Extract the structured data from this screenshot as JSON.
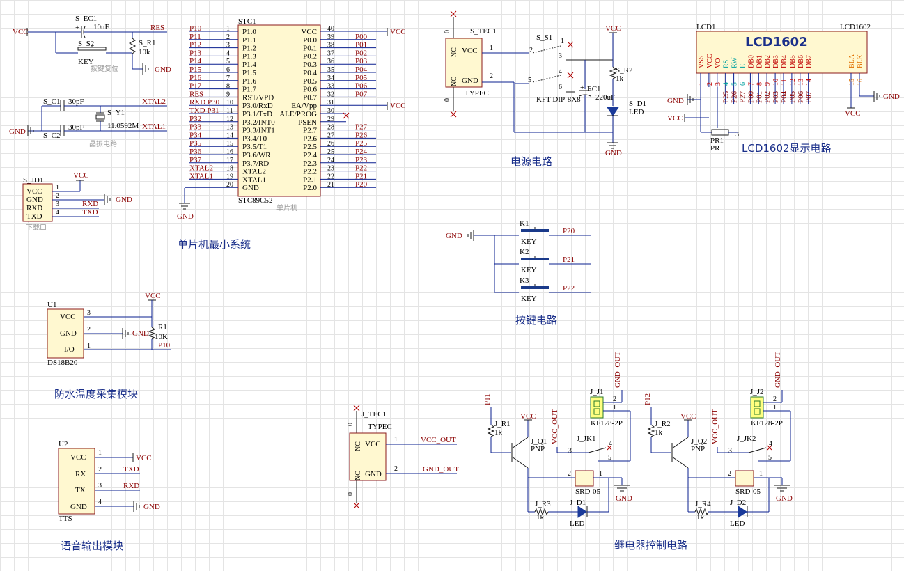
{
  "sections": {
    "mcu": "单片机最小系统",
    "power": "电源电路",
    "lcd": "LCD1602显示电路",
    "keys": "按键电路",
    "temp": "防水温度采集模块",
    "voice": "语音输出模块",
    "relay": "继电器控制电路"
  },
  "captions": {
    "reset": "按键复位",
    "crystal": "晶振电路",
    "download": "下载口",
    "mcu": "单片机"
  },
  "nets": {
    "vcc": "VCC",
    "gnd": "GND",
    "res": "RES",
    "xtal1": "XTAL1",
    "xtal2": "XTAL2",
    "rxd": "RXD",
    "txd": "TXD",
    "vcc_out": "VCC_OUT",
    "gnd_out": "GND_OUT",
    "p10": "P10",
    "p11": "P11",
    "p12": "P12",
    "p20": "P20",
    "p21": "P21",
    "p22": "P22"
  },
  "reset_circuit": {
    "cap_ref": "S_EC1",
    "cap_val": "10uF",
    "sw_ref": "S_S2",
    "sw_val": "KEY",
    "res_ref": "S_R1",
    "res_val": "10k"
  },
  "crystal_circuit": {
    "c1_ref": "S_C1",
    "c1_val": "30pF",
    "c2_ref": "S_C2",
    "c2_val": "30pF",
    "y_ref": "S_Y1",
    "y_val": "11.0592M"
  },
  "download_port": {
    "ref": "S_JD1",
    "pins": [
      "VCC",
      "GND",
      "RXD",
      "TXD"
    ],
    "nums": [
      "1",
      "2",
      "3",
      "4"
    ]
  },
  "mcu": {
    "ref": "STC1",
    "part": "STC89C52",
    "left_pins": [
      {
        "num": "1",
        "name": "P1.0",
        "net": "P10"
      },
      {
        "num": "2",
        "name": "P1.1",
        "net": "P11"
      },
      {
        "num": "3",
        "name": "P1.2",
        "net": "P12"
      },
      {
        "num": "4",
        "name": "P1.3",
        "net": "P13"
      },
      {
        "num": "5",
        "name": "P1.4",
        "net": "P14"
      },
      {
        "num": "6",
        "name": "P1.5",
        "net": "P15"
      },
      {
        "num": "7",
        "name": "P1.6",
        "net": "P16"
      },
      {
        "num": "8",
        "name": "P1.7",
        "net": "P17"
      },
      {
        "num": "9",
        "name": "RST/VPD",
        "net": "RES"
      },
      {
        "num": "10",
        "name": "P3.0/RxD",
        "net": "RXD P30"
      },
      {
        "num": "11",
        "name": "P3.1/TxD",
        "net": "TXD P31"
      },
      {
        "num": "12",
        "name": "P3.2/INT0",
        "net": "P32"
      },
      {
        "num": "13",
        "name": "P3.3/INT1",
        "net": "P33"
      },
      {
        "num": "14",
        "name": "P3.4/T0",
        "net": "P34"
      },
      {
        "num": "15",
        "name": "P3.5/T1",
        "net": "P35"
      },
      {
        "num": "16",
        "name": "P3.6/WR",
        "net": "P36"
      },
      {
        "num": "17",
        "name": "P3.7/RD",
        "net": "P37"
      },
      {
        "num": "18",
        "name": "XTAL2",
        "net": "XTAL2"
      },
      {
        "num": "19",
        "name": "XTAL1",
        "net": "XTAL1"
      },
      {
        "num": "20",
        "name": "GND",
        "net": ""
      }
    ],
    "right_pins": [
      {
        "num": "40",
        "name": "VCC",
        "net": ""
      },
      {
        "num": "39",
        "name": "P0.0",
        "net": "P00"
      },
      {
        "num": "38",
        "name": "P0.1",
        "net": "P01"
      },
      {
        "num": "37",
        "name": "P0.2",
        "net": "P02"
      },
      {
        "num": "36",
        "name": "P0.3",
        "net": "P03"
      },
      {
        "num": "35",
        "name": "P0.4",
        "net": "P04"
      },
      {
        "num": "34",
        "name": "P0.5",
        "net": "P05"
      },
      {
        "num": "33",
        "name": "P0.6",
        "net": "P06"
      },
      {
        "num": "32",
        "name": "P0.7",
        "net": "P07"
      },
      {
        "num": "31",
        "name": "EA/Vpp",
        "net": ""
      },
      {
        "num": "30",
        "name": "ALE/PROG",
        "net": ""
      },
      {
        "num": "29",
        "name": "PSEN",
        "net": ""
      },
      {
        "num": "28",
        "name": "P2.7",
        "net": "P27"
      },
      {
        "num": "27",
        "name": "P2.6",
        "net": "P26"
      },
      {
        "num": "26",
        "name": "P2.5",
        "net": "P25"
      },
      {
        "num": "25",
        "name": "P2.4",
        "net": "P24"
      },
      {
        "num": "24",
        "name": "P2.3",
        "net": "P23"
      },
      {
        "num": "23",
        "name": "P2.2",
        "net": "P22"
      },
      {
        "num": "22",
        "name": "P2.1",
        "net": "P21"
      },
      {
        "num": "21",
        "name": "P2.0",
        "net": "P20"
      }
    ]
  },
  "power_circuit": {
    "conn_ref": "S_TEC1",
    "conn_val": "TYPEC",
    "sw_ref": "S_S1",
    "sw_val": "KFT DIP-8X8",
    "res_ref": "S_R2",
    "res_val": "1k",
    "cap_ref": "EC1",
    "cap_val": "220uF",
    "led_ref": "S_D1",
    "led_val": "LED"
  },
  "lcd": {
    "ref": "LCD1",
    "part": "LCD1602",
    "display": "LCD1602",
    "pot_ref": "PR1",
    "pot_val": "PR",
    "pins": [
      {
        "num": "1",
        "name": "VSS",
        "net": ""
      },
      {
        "num": "2",
        "name": "VCC",
        "net": ""
      },
      {
        "num": "3",
        "name": "VO",
        "net": ""
      },
      {
        "num": "4",
        "name": "RS",
        "net": "P25"
      },
      {
        "num": "5",
        "name": "RW",
        "net": "P26"
      },
      {
        "num": "6",
        "name": "E",
        "net": "P27"
      },
      {
        "num": "7",
        "name": "DB0",
        "net": "P00"
      },
      {
        "num": "8",
        "name": "DB1",
        "net": "P01"
      },
      {
        "num": "9",
        "name": "DB2",
        "net": "P02"
      },
      {
        "num": "10",
        "name": "DB3",
        "net": "P03"
      },
      {
        "num": "11",
        "name": "DB4",
        "net": "P04"
      },
      {
        "num": "12",
        "name": "DB5",
        "net": "P05"
      },
      {
        "num": "13",
        "name": "DB6",
        "net": "P06"
      },
      {
        "num": "14",
        "name": "DB7",
        "net": "P07"
      },
      {
        "num": "15",
        "name": "BLA",
        "net": ""
      },
      {
        "num": "16",
        "name": "BLK",
        "net": ""
      }
    ]
  },
  "keys": [
    {
      "ref": "K1",
      "val": "KEY",
      "net": "P20"
    },
    {
      "ref": "K2",
      "val": "KEY",
      "net": "P21"
    },
    {
      "ref": "K3",
      "val": "KEY",
      "net": "P22"
    }
  ],
  "ds18b20": {
    "ref": "U1",
    "part": "DS18B20",
    "pins": [
      {
        "num": "3",
        "name": "VCC"
      },
      {
        "num": "2",
        "name": "GND"
      },
      {
        "num": "1",
        "name": "I/O"
      }
    ],
    "res_ref": "R1",
    "res_val": "10K"
  },
  "tts": {
    "ref": "U2",
    "part": "TTS",
    "pins": [
      {
        "num": "1",
        "name": "VCC"
      },
      {
        "num": "2",
        "name": "RX"
      },
      {
        "num": "3",
        "name": "TX"
      },
      {
        "num": "4",
        "name": "GND"
      }
    ]
  },
  "typec_out": {
    "ref": "J_TEC1",
    "val": "TYPEC"
  },
  "relays": [
    {
      "r1_ref": "J_R1",
      "r1_val": "1k",
      "q_ref": "J_Q1",
      "q_val": "PNP",
      "jk_ref": "J_JK1",
      "jk_val": "SRD-05",
      "j_ref": "J_J1",
      "j_val": "KF128-2P",
      "r3_ref": "J_R3",
      "r3_val": "1k",
      "d_ref": "J_D1",
      "d_val": "LED"
    },
    {
      "r1_ref": "J_R2",
      "r1_val": "1k",
      "q_ref": "J_Q2",
      "q_val": "PNP",
      "jk_ref": "J_JK2",
      "jk_val": "SRD-05",
      "j_ref": "J_J2",
      "j_val": "KF128-2P",
      "r3_ref": "J_R4",
      "r3_val": "1k",
      "d_ref": "J_D2",
      "d_val": "LED"
    }
  ],
  "colors": {
    "wire": "#0a1f8f",
    "net_label": "#8b0000",
    "component_fill": "#fff8d0",
    "component_border": "#8b1a1a",
    "title": "#1a2f8a",
    "lcd_red": "#c00000",
    "lcd_cyan": "#00a0a0",
    "lcd_orange": "#e07000",
    "connector_fill": "#ffff80"
  }
}
